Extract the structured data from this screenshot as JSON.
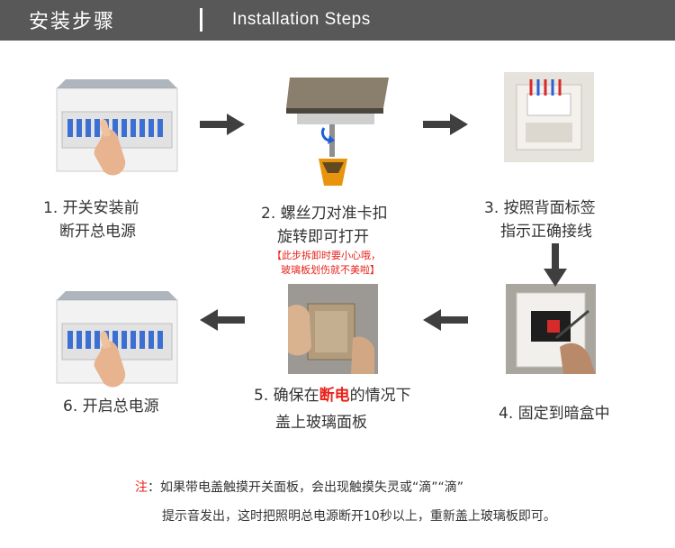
{
  "header": {
    "title_cn": "安装步骤",
    "title_en": "Installation Steps"
  },
  "steps": {
    "s1": {
      "line1": "1. 开关安装前",
      "line2": "断开总电源"
    },
    "s2": {
      "line1": "2. 螺丝刀对准卡扣",
      "line2": "旋转即可打开",
      "warn1": "【此步拆卸时要小心哦，",
      "warn2": "玻璃板划伤就不美啦】"
    },
    "s3": {
      "line1": "3. 按照背面标签",
      "line2": "指示正确接线"
    },
    "s4": {
      "line1": "4. 固定到暗盒中"
    },
    "s5": {
      "line1_pre": "5. 确保在",
      "line1_hl": "断电",
      "line1_post": "的情况下",
      "line2": "盖上玻璃面板"
    },
    "s6": {
      "line1": "6. 开启总电源"
    }
  },
  "note": {
    "label": "注",
    "line1": "：如果带电盖触摸开关面板，会出现触摸失灵或“滴”“滴”",
    "line2": "提示音发出，这时把照明总电源断开10秒以上，重新盖上玻璃板即可。"
  },
  "colors": {
    "header_bg": "#585858",
    "arrow": "#3f3f3f",
    "accent_red": "#e8231a"
  }
}
